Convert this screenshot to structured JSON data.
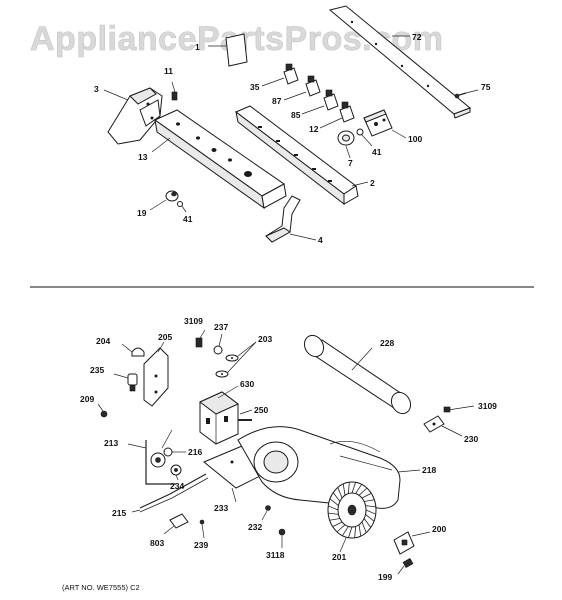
{
  "watermark": "AppliancePartsPros.com",
  "art_number": "(ART NO. WE7555)  C2",
  "upper_callouts": {
    "c1": "1",
    "c72": "72",
    "c3": "3",
    "c11": "11",
    "c35": "35",
    "c75": "75",
    "c87": "87",
    "c85": "85",
    "c12": "12",
    "c100": "100",
    "c41a": "41",
    "c7": "7",
    "c13": "13",
    "c2": "2",
    "c19": "19",
    "c41b": "41",
    "c4": "4"
  },
  "lower_callouts": {
    "c3109a": "3109",
    "c237": "237",
    "c203": "203",
    "c228": "228",
    "c204": "204",
    "c205": "205",
    "c235": "235",
    "c630": "630",
    "c209": "209",
    "c250": "250",
    "c3109b": "3109",
    "c230": "230",
    "c213": "213",
    "c216": "216",
    "c218": "218",
    "c234": "234",
    "c233": "233",
    "c215": "215",
    "c232": "232",
    "c200": "200",
    "c803": "803",
    "c239": "239",
    "c3118": "3118",
    "c201": "201",
    "c199": "199"
  }
}
